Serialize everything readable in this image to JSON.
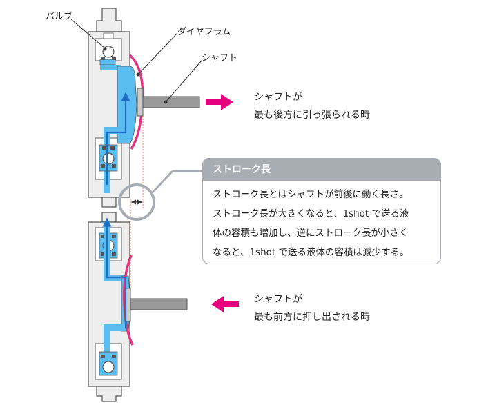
{
  "labels": {
    "valve": "バルブ",
    "diaphragm": "ダイヤフラム",
    "shaft": "シャフト"
  },
  "top_caption": {
    "line1": "シャフトが",
    "line2": "最も後方に引っ張られる時"
  },
  "bottom_caption": {
    "line1": "シャフトが",
    "line2": "最も前方に押し出される時"
  },
  "callout": {
    "title": "ストローク長",
    "line1": "ストローク長とはシャフトが前後に動く長さ。",
    "line2": "ストローク長が大きくなると、1shot で送る液",
    "line3": "体の容積も増加し、逆にストローク長が小さく",
    "line4": "なると、1shot で送る液体の容積は減少する。"
  },
  "colors": {
    "liquid": "#5bbcef",
    "flow_arrow": "#1f6fc4",
    "diaphragm": "#e6337f",
    "motion_arrow": "#e4007f",
    "body_gray": "#eeeeee",
    "outline": "#555555",
    "shaft": "#999999",
    "callout_gray": "#a7adb3"
  }
}
